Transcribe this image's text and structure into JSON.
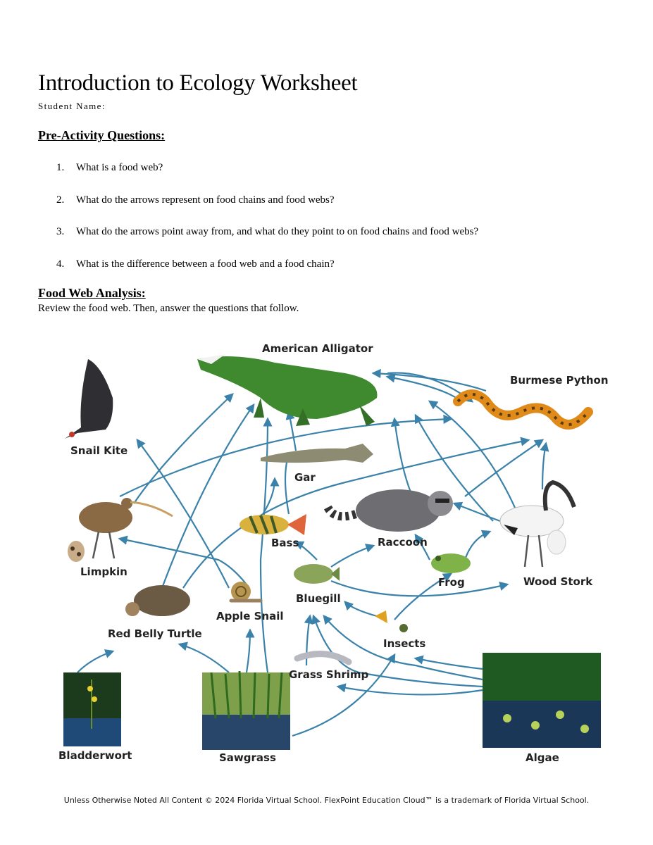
{
  "document": {
    "title": "Introduction to Ecology Worksheet",
    "student_label": "Student Name:",
    "pre_activity": {
      "heading": "Pre-Activity Questions:",
      "questions": [
        {
          "num": "1.",
          "text": "What is a food web?"
        },
        {
          "num": "2.",
          "text": "What do the arrows represent on food chains and food webs?"
        },
        {
          "num": "3.",
          "text": "What do the arrows point away from, and what do they point to on food chains and food webs?"
        },
        {
          "num": "4.",
          "text": "What is the difference between a food web and a food chain?"
        }
      ]
    },
    "food_web_analysis": {
      "heading": "Food Web Analysis:",
      "instructions": "Review the food web. Then, answer the questions that follow."
    },
    "footer": "Unless Otherwise Noted All Content © 2024 Florida Virtual School. FlexPoint Education Cloud™ is a trademark of Florida Virtual School."
  },
  "food_web": {
    "arrow_color": "#3b82aa",
    "organisms": {
      "alligator": "American Alligator",
      "python": "Burmese Python",
      "snail_kite": "Snail Kite",
      "gar": "Gar",
      "limpkin": "Limpkin",
      "bass": "Bass",
      "raccoon": "Raccoon",
      "wood_stork": "Wood Stork",
      "frog": "Frog",
      "bluegill": "Bluegill",
      "apple_snail": "Apple Snail",
      "red_belly_turtle": "Red Belly Turtle",
      "insects": "Insects",
      "grass_shrimp": "Grass Shrimp",
      "bladderwort": "Bladderwort",
      "sawgrass": "Sawgrass",
      "algae": "Algae"
    }
  }
}
